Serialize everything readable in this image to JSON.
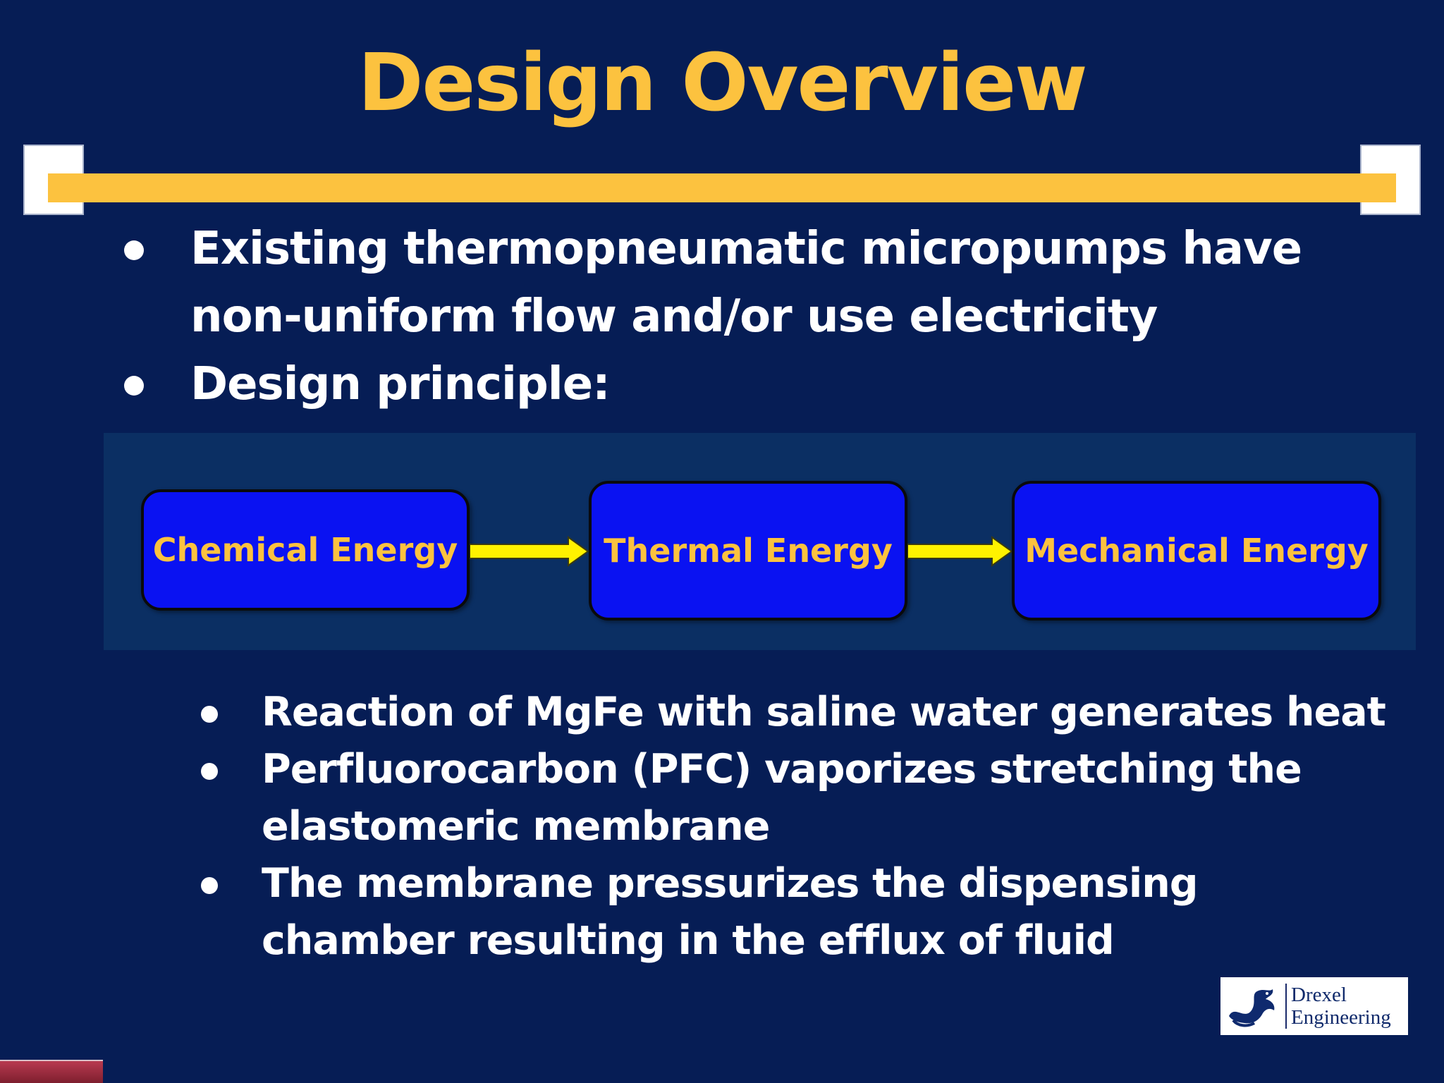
{
  "slide": {
    "title": "Design Overview",
    "bullets_top": [
      "Existing thermopneumatic micropumps have non-uniform flow and/or use electricity",
      "Design principle:"
    ],
    "diagram": {
      "boxes": [
        "Chemical Energy",
        "Thermal Energy",
        "Mechanical Energy"
      ]
    },
    "bullets_bottom": [
      "Reaction of MgFe with saline water generates heat",
      "Perfluorocarbon (PFC) vaporizes stretching the elastomeric membrane",
      "The membrane pressurizes the dispensing chamber resulting in the efflux of fluid"
    ],
    "logo": {
      "line1": "Drexel",
      "line2": "Engineering"
    }
  },
  "colors": {
    "background": "#061d55",
    "accent": "#fcc23f",
    "box_fill": "#0a12f2",
    "arrow": "#fff200"
  },
  "icons": [
    "dragon-logo-icon",
    "right-arrow-icon"
  ]
}
